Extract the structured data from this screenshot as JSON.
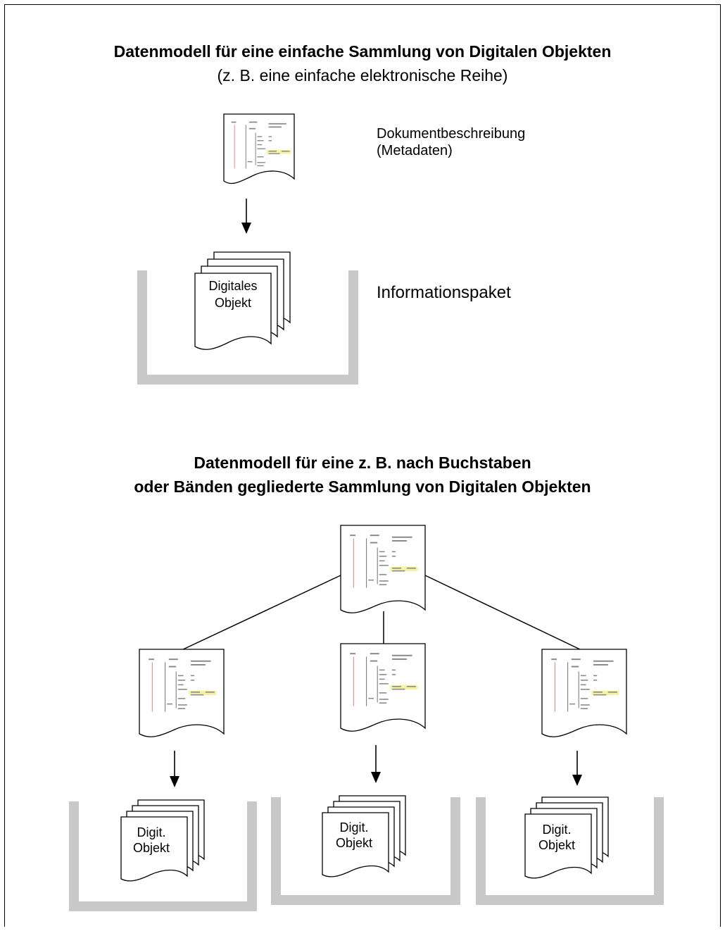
{
  "diagram1": {
    "title": "Datenmodell für eine einfache Sammlung von Digitalen Objekten",
    "subtitle": "(z. B. eine einfache elektronische Reihe)",
    "metadata_label_line1": "Dokumentbeschreibung",
    "metadata_label_line2": "(Metadaten)",
    "package_label": "Informationspaket",
    "object_line1": "Digitales",
    "object_line2": "Objekt"
  },
  "diagram2": {
    "title_line1": "Datenmodell für eine z. B. nach Buchstaben",
    "title_line2": "oder Bänden gegliederte Sammlung von Digitalen Objekten",
    "object_line1": "Digit.",
    "object_line2": "Objekt"
  },
  "colors": {
    "container": "#c8c8c8",
    "line": "#000000",
    "metadata_red": "#e09a9a",
    "metadata_yellow": "#f5f2a0"
  }
}
